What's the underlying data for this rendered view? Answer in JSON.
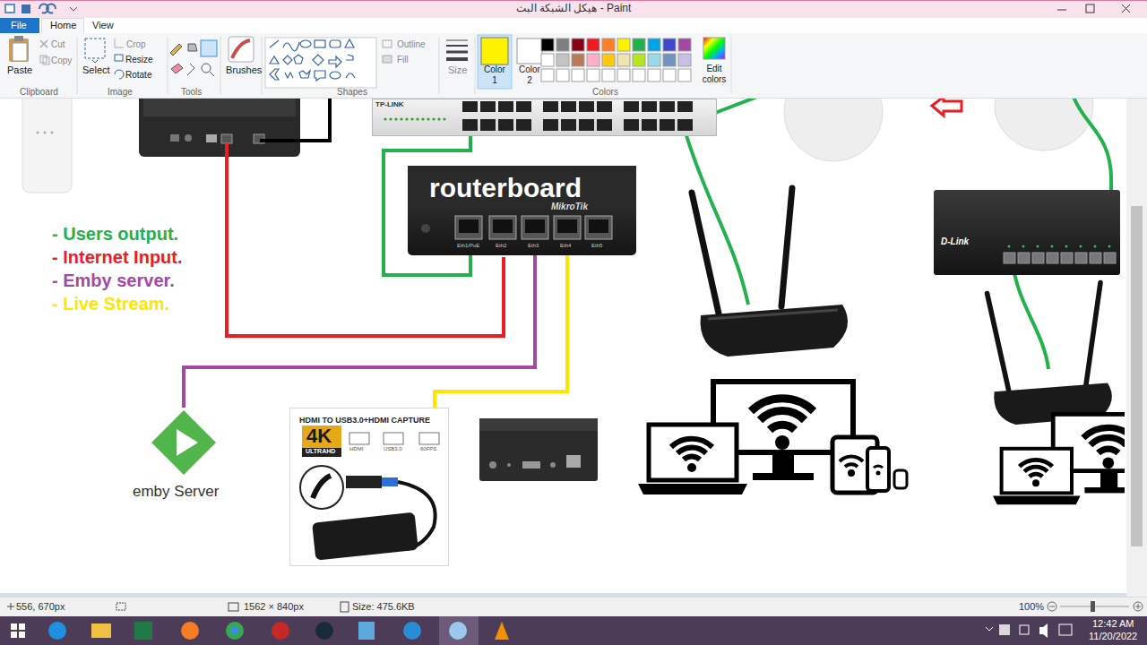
{
  "diagram": {
    "nodes": [
      {
        "text": [
          "TP-LINK"
        ]
      },
      {
        "text": [
          "routerboard",
          "MikroTik"
        ]
      },
      {
        "text": [
          "D-Link"
        ]
      },
      {
        "text": [
          "emby Server"
        ]
      },
      {
        "text": [
          "HDMI TO USB3.0+HDMI CAPTURE",
          "4K",
          "ULTRAHD",
          "HDMI",
          "USB3.0",
          "60FPS"
        ]
      }
    ],
    "edges": [
      {
        "from": 1,
        "to": 0,
        "arrow": "none"
      },
      {
        "from": 1,
        "to": 3,
        "arrow": "none"
      },
      {
        "from": 1,
        "to": 4,
        "arrow": "none"
      }
    ],
    "labels": [
      "هيكل الشبكة البث - Paint",
      "File",
      "Home",
      "View",
      "Paste",
      "Cut",
      "Copy",
      "Select",
      "Crop",
      "Resize",
      "Rotate",
      "Brushes",
      "Outline",
      "Fill",
      "Size",
      "Color 1",
      "Color 2",
      "Edit colors",
      "Clipboard",
      "Image",
      "Tools",
      "Shapes",
      "Colors",
      "Eth1/PoE",
      "Eth2",
      "Eth3",
      "Eth4",
      "Eth5",
      "556, 670px",
      "1562 × 840px",
      "Size: 475.6KB",
      "100%",
      "12:42 AM",
      "11/20/2022"
    ],
    "legend": [
      {
        "text": "- Users output.",
        "color": "#22b14c"
      },
      {
        "text": "- Internet Input.",
        "color": "#ed1c24"
      },
      {
        "text": "- Emby server.",
        "color": "#a349a4"
      },
      {
        "text": "- Live Stream.",
        "color": "#ffe600"
      }
    ]
  }
}
